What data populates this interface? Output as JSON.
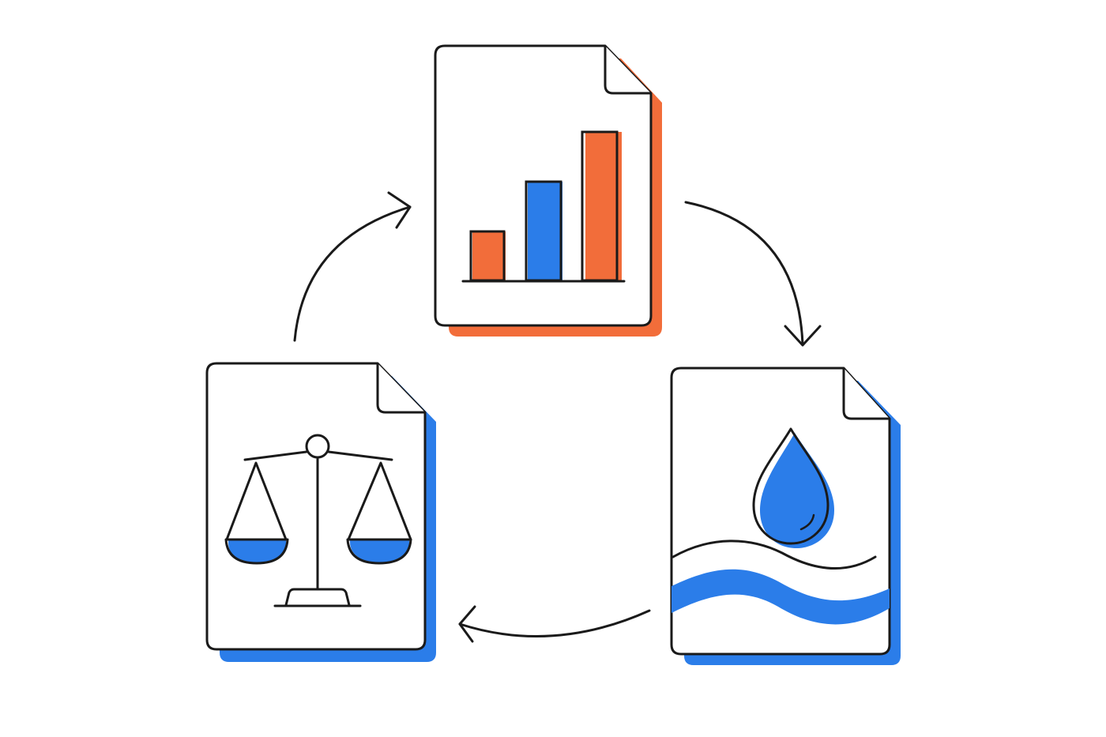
{
  "diagram": {
    "kind": "cycle",
    "direction": "clockwise",
    "colors": {
      "stroke": "#1a1a1a",
      "background": "#ffffff",
      "orange": "#f26d3a",
      "blue": "#2b7de9"
    },
    "nodes": [
      {
        "id": "report",
        "icon": "bar-chart-icon",
        "shadow_color": "orange",
        "bars": [
          0.3,
          0.6,
          0.95
        ],
        "bar_colors": [
          "orange",
          "blue",
          "orange"
        ]
      },
      {
        "id": "water",
        "icon": "water-drop-icon",
        "shadow_color": "blue"
      },
      {
        "id": "law",
        "icon": "balance-scale-icon",
        "shadow_color": "blue"
      }
    ],
    "edges": [
      {
        "from": "report",
        "to": "water"
      },
      {
        "from": "water",
        "to": "law"
      },
      {
        "from": "law",
        "to": "report"
      }
    ]
  }
}
